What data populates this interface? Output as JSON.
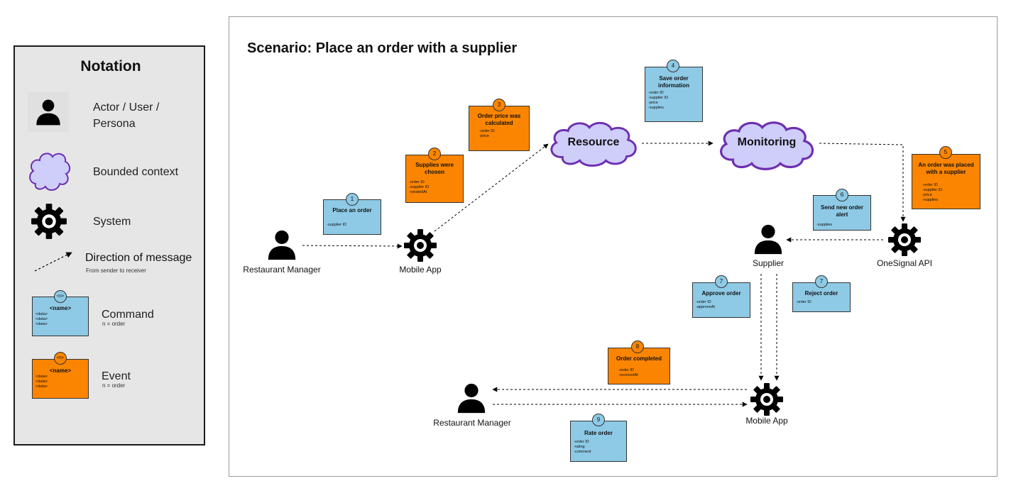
{
  "notation": {
    "title": "Notation",
    "actor_label": "Actor / User / Persona",
    "bounded_context_label": "Bounded context",
    "system_label": "System",
    "direction_label": "Direction of message",
    "direction_sub": "From sender to receiver",
    "command_label": "Command",
    "command_sub": "n = order",
    "event_label": "Event",
    "event_sub": "n = order",
    "sample_badge": "<n>",
    "sample_name": "<name>",
    "sample_data": "<data>\n<data>\n<data>"
  },
  "scenario": {
    "title": "Scenario: Place an order with a supplier",
    "contexts": {
      "resource": "Resource",
      "monitoring": "Monitoring"
    },
    "nodes": {
      "restaurant_manager_1": "Restaurant Manager",
      "mobile_app_1": "Mobile App",
      "supplier": "Supplier",
      "onesignal": "OneSignal API",
      "restaurant_manager_2": "Restaurant Manager",
      "mobile_app_2": "Mobile App"
    },
    "cards": {
      "place_order": {
        "n": "1",
        "title": "Place an order",
        "fields": "-supplier ID"
      },
      "supplies_chosen": {
        "n": "2",
        "title": "Supplies were\nchosen",
        "fields": "-order ID\n-supplier ID\n-createdAt"
      },
      "price_calculated": {
        "n": "3",
        "title": "Order price was\ncalculated",
        "fields": "-order ID\n-price"
      },
      "save_order": {
        "n": "4",
        "title": "Save order\ninformation",
        "fields": "-order ID\n-supplier ID\n-price\n-supplies"
      },
      "order_placed": {
        "n": "5",
        "title": "An order was placed\nwith a supplier",
        "fields": "-order ID\n-supplier ID\n-price\n-supplies"
      },
      "new_order_alert": {
        "n": "6",
        "title": "Send new order\nalert",
        "fields": "-supplies"
      },
      "approve_order": {
        "n": "7",
        "title": "Approve order",
        "fields": "-order ID\n-approveAt"
      },
      "reject_order": {
        "n": "7",
        "title": "Reject order",
        "fields": "-order ID"
      },
      "order_completed": {
        "n": "8",
        "title": "Order completed",
        "fields": "-order ID\n-receivedAt"
      },
      "rate_order": {
        "n": "9",
        "title": "Rate order",
        "fields": "-order ID\n-rating\n-comment"
      }
    }
  },
  "colors": {
    "command": "#8ecae6",
    "event": "#fb8500",
    "bounded_context_fill": "#cfcdfa",
    "bounded_context_stroke": "#6d2fb0"
  },
  "icons": {
    "actor": "person-icon",
    "system": "gear-icon",
    "bounded_context": "cloud-icon"
  }
}
